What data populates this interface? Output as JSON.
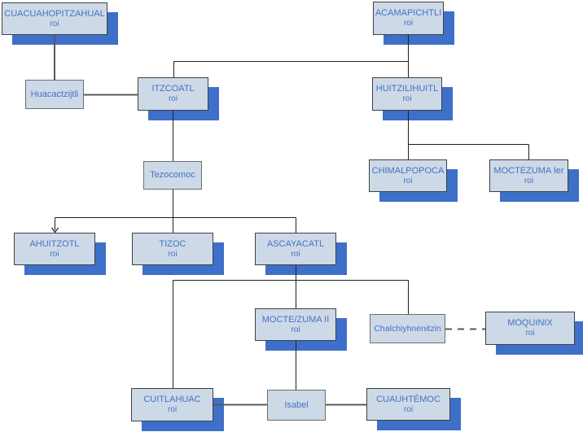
{
  "diagram": {
    "type": "family-tree",
    "nodes": [
      {
        "name": "CUACUAHOPITZAHUAL",
        "role": "roi"
      },
      {
        "name": "ACAMAPICHTLI",
        "role": "roi"
      },
      {
        "name": "Huacactzijtli",
        "role": ""
      },
      {
        "name": "ITZCOATL",
        "role": "roi"
      },
      {
        "name": "HUITZILIHUITL",
        "role": "roi"
      },
      {
        "name": "Tezocomoc",
        "role": ""
      },
      {
        "name": "CHIMALPOPOCA",
        "role": "roi"
      },
      {
        "name": "MOCTEZUMA Ier",
        "role": "roi"
      },
      {
        "name": "AHUITZOTL",
        "role": "roi"
      },
      {
        "name": "TIZOC",
        "role": "roi"
      },
      {
        "name": "ASCAYACATL",
        "role": "roi"
      },
      {
        "name": "MOCTE/ZUMA II",
        "role": "roi"
      },
      {
        "name": "Chalchiyhnenitzin",
        "role": ""
      },
      {
        "name": "MOQUINIX",
        "role": "roi"
      },
      {
        "name": "CUITLAHUAC",
        "role": "roi"
      },
      {
        "name": "Isabel",
        "role": ""
      },
      {
        "name": "CUAUHTÉMOC",
        "role": "roi"
      }
    ],
    "edges": [
      {
        "from": "CUACUAHOPITZAHUAL",
        "to": "Huacactzijtli",
        "style": "solid"
      },
      {
        "from": "Huacactzijtli",
        "to": "ITZCOATL",
        "style": "spouse"
      },
      {
        "from": "ACAMAPICHTLI",
        "to": "ITZCOATL",
        "style": "solid"
      },
      {
        "from": "ACAMAPICHTLI",
        "to": "HUITZILIHUITL",
        "style": "solid"
      },
      {
        "from": "ITZCOATL",
        "to": "Tezocomoc",
        "style": "solid"
      },
      {
        "from": "HUITZILIHUITL",
        "to": "CHIMALPOPOCA",
        "style": "solid"
      },
      {
        "from": "HUITZILIHUITL",
        "to": "MOCTEZUMA Ier",
        "style": "solid"
      },
      {
        "from": "Tezocomoc",
        "to": "AHUITZOTL",
        "style": "arrow"
      },
      {
        "from": "Tezocomoc",
        "to": "TIZOC",
        "style": "solid"
      },
      {
        "from": "Tezocomoc",
        "to": "ASCAYACATL",
        "style": "solid"
      },
      {
        "from": "ASCAYACATL",
        "to": "MOCTE/ZUMA II",
        "style": "solid"
      },
      {
        "from": "ASCAYACATL",
        "to": "CUITLAHUAC",
        "style": "solid"
      },
      {
        "from": "ASCAYACATL",
        "to": "Chalchiyhnenitzin",
        "style": "solid"
      },
      {
        "from": "MOCTE/ZUMA II",
        "to": "Isabel",
        "style": "solid"
      },
      {
        "from": "CUITLAHUAC",
        "to": "Isabel",
        "style": "spouse"
      },
      {
        "from": "Isabel",
        "to": "CUAUHTÉMOC",
        "style": "spouse"
      },
      {
        "from": "Chalchiyhnenitzin",
        "to": "MOQUINIX",
        "style": "dashed"
      }
    ],
    "colors": {
      "box_fill": "#cdd9e7",
      "box_text": "#4472c4",
      "box_shadow": "#3e6fc9",
      "tree_line": "#1f1f1f",
      "spouse_line": "#595959"
    }
  }
}
